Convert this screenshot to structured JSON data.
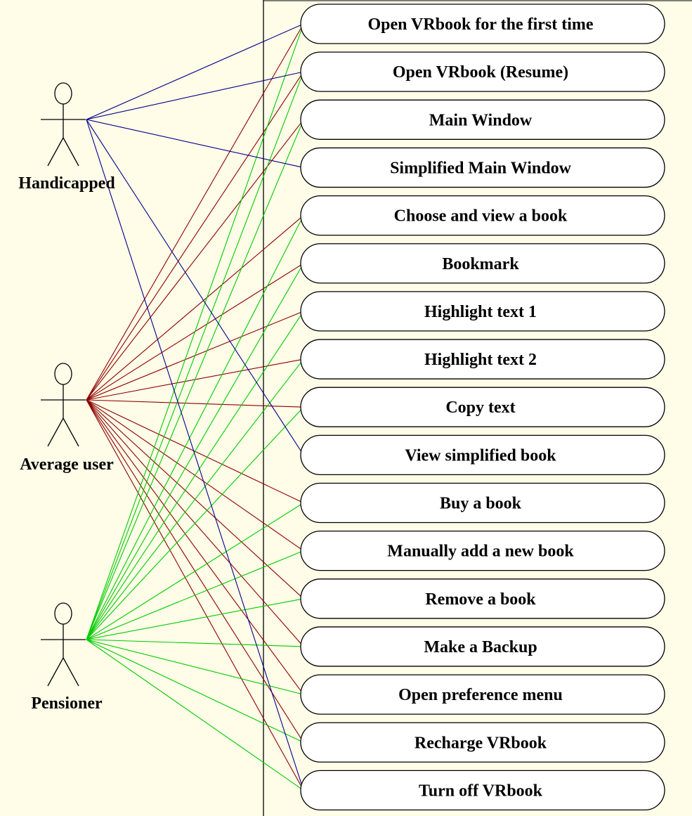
{
  "diagram": {
    "type": "use-case",
    "colors": {
      "background": "#FFFCE8",
      "handicapped_line": "#00008B",
      "average_user_line": "#8B0000",
      "pensioner_line": "#00CC00",
      "outline": "#000000"
    },
    "actors": [
      {
        "id": "handicapped",
        "label": "Handicapped"
      },
      {
        "id": "average_user",
        "label": "Average user"
      },
      {
        "id": "pensioner",
        "label": "Pensioner"
      }
    ],
    "use_cases": [
      "Open VRbook for the first time",
      "Open VRbook (Resume)",
      "Main Window",
      "Simplified Main Window",
      "Choose and view a book",
      "Bookmark",
      "Highlight text 1",
      "Highlight text 2",
      "Copy text",
      "View simplified book",
      "Buy a book",
      "Manually add a new book",
      "Remove a book",
      "Make a Backup",
      "Open preference menu",
      "Recharge VRbook",
      "Turn off VRbook"
    ],
    "associations": {
      "handicapped": [
        0,
        1,
        3,
        9,
        16
      ],
      "average_user": [
        0,
        1,
        2,
        4,
        5,
        6,
        7,
        8,
        10,
        11,
        12,
        13,
        14,
        15,
        16
      ],
      "pensioner": [
        0,
        1,
        2,
        4,
        5,
        6,
        7,
        8,
        10,
        11,
        12,
        13,
        14,
        15,
        16
      ]
    }
  }
}
